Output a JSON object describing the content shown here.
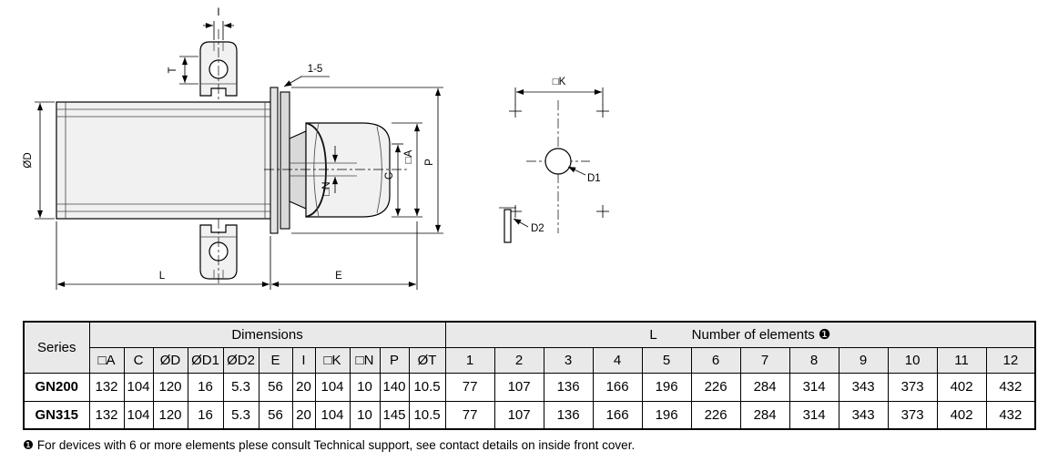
{
  "drawing": {
    "side_view": {
      "dia_D": "ØD",
      "L": "L",
      "E": "E",
      "C": "C",
      "sq_A": "□A",
      "P": "P",
      "sq_N": "□N",
      "T": "T",
      "I": "I",
      "range": "1-5"
    },
    "front_view": {
      "sq_K": "□K",
      "D1": "D1",
      "D2": "D2"
    }
  },
  "table": {
    "series_header": "Series",
    "dimensions_header": "Dimensions",
    "elements_l": "L",
    "elements_label": "Number of elements ❶",
    "dim_columns": [
      "□A",
      "C",
      "ØD",
      "ØD1",
      "ØD2",
      "E",
      "I",
      "□K",
      "□N",
      "P",
      "ØT"
    ],
    "element_columns": [
      "1",
      "2",
      "3",
      "4",
      "5",
      "6",
      "7",
      "8",
      "9",
      "10",
      "11",
      "12"
    ],
    "rows": [
      {
        "series": "GN200",
        "dims": [
          "132",
          "104",
          "120",
          "16",
          "5.3",
          "56",
          "20",
          "104",
          "10",
          "140",
          "10.5"
        ],
        "elements": [
          "77",
          "107",
          "136",
          "166",
          "196",
          "226",
          "284",
          "314",
          "343",
          "373",
          "402",
          "432"
        ]
      },
      {
        "series": "GN315",
        "dims": [
          "132",
          "104",
          "120",
          "16",
          "5.3",
          "56",
          "20",
          "104",
          "10",
          "145",
          "10.5"
        ],
        "elements": [
          "77",
          "107",
          "136",
          "166",
          "196",
          "226",
          "284",
          "314",
          "343",
          "373",
          "402",
          "432"
        ]
      }
    ]
  },
  "footnote": "❶ For devices with 6 or more elements plese consult Technical support, see contact details on inside front cover."
}
